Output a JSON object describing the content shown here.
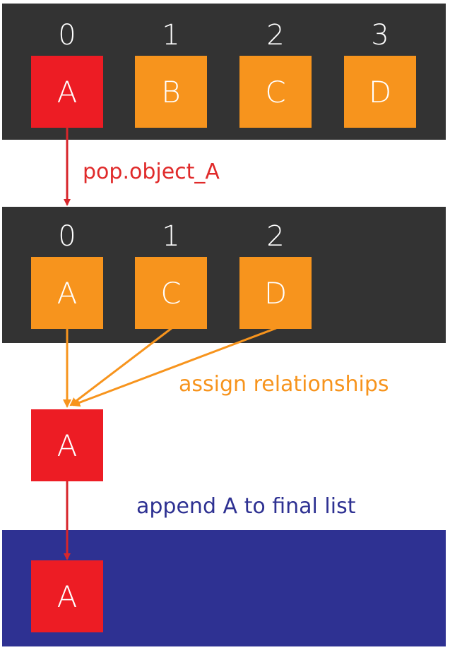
{
  "colors": {
    "list_background": "#333333",
    "final_background": "#2e3192",
    "selected": "#ed1c24",
    "element": "#f7941d",
    "pop_label": "#e02a2a",
    "assign_label": "#f7941d",
    "append_label": "#2e3192"
  },
  "list_initial": {
    "indices": [
      "0",
      "1",
      "2",
      "3"
    ],
    "items": [
      "A",
      "B",
      "C",
      "D"
    ]
  },
  "step_pop": {
    "label": "pop.object_A"
  },
  "list_after_pop": {
    "indices": [
      "0",
      "1",
      "2"
    ],
    "items": [
      "A",
      "C",
      "D"
    ]
  },
  "step_assign": {
    "label": "assign relationships"
  },
  "popped_object": {
    "label": "A"
  },
  "step_append": {
    "label": "append A to final list"
  },
  "final_list": {
    "items": [
      "A"
    ]
  }
}
